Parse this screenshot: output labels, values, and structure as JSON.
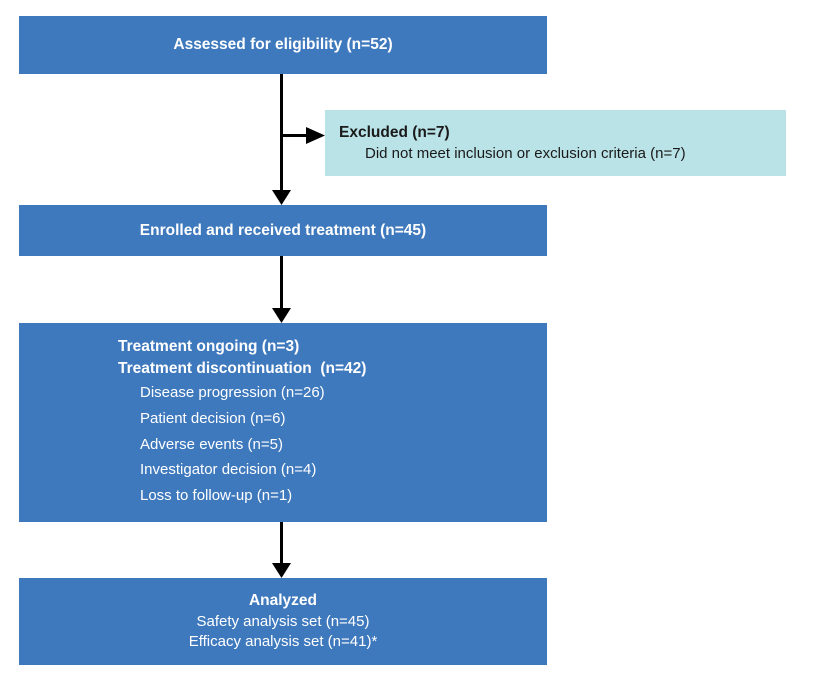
{
  "diagram": {
    "type": "consort-patient-flow",
    "colors": {
      "primary_box": "#3f79bd",
      "secondary_box": "#bae3e7",
      "primary_text": "#ffffff",
      "secondary_text": "#1a1a1a",
      "connector": "#000000",
      "background": "#ffffff"
    },
    "nodes": {
      "assessed": {
        "title": "Assessed for eligibility (n=52)"
      },
      "excluded": {
        "title": "Excluded (n=7)",
        "reason": "Did not meet inclusion or exclusion criteria (n=7)"
      },
      "enrolled": {
        "title": "Enrolled and received treatment (n=45)"
      },
      "treatment": {
        "heading_ongoing": "Treatment ongoing (n=3)",
        "heading_discontinuation": "Treatment discontinuation  (n=42)",
        "reasons": [
          "Disease progression (n=26)",
          "Patient decision (n=6)",
          "Adverse events (n=5)",
          "Investigator decision (n=4)",
          "Loss to follow-up (n=1)"
        ]
      },
      "analyzed": {
        "title": "Analyzed",
        "safety": "Safety analysis set (n=45)",
        "efficacy": "Efficacy analysis set (n=41)*"
      }
    },
    "connectors": [
      {
        "name": "assessed-to-enrolled",
        "orientation": "vertical"
      },
      {
        "name": "assessed-to-excluded",
        "orientation": "horizontal"
      },
      {
        "name": "enrolled-to-treatment",
        "orientation": "vertical"
      },
      {
        "name": "treatment-to-analyzed",
        "orientation": "vertical"
      }
    ]
  }
}
